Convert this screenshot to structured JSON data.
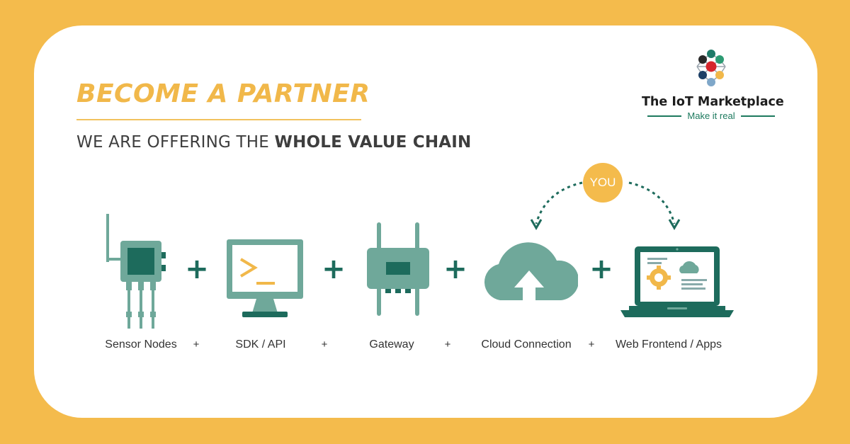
{
  "headline": "BECOME A PARTNER",
  "subheadline": {
    "prefix": "WE ARE OFFERING THE ",
    "emphasis": "WHOLE VALUE CHAIN"
  },
  "logo": {
    "name": "The IoT Marketplace",
    "tagline": "Make it real",
    "icon": "hexagon-network-logo-icon"
  },
  "you_badge": "YOU",
  "stages": [
    {
      "label": "Sensor Nodes",
      "icon": "sensor-node-icon"
    },
    {
      "label": "SDK / API",
      "icon": "terminal-monitor-icon"
    },
    {
      "label": "Gateway",
      "icon": "gateway-router-icon"
    },
    {
      "label": "Cloud Connection",
      "icon": "cloud-upload-icon"
    },
    {
      "label": "Web Frontend / Apps",
      "icon": "laptop-dashboard-icon"
    }
  ],
  "plus_sign": "+",
  "colors": {
    "background": "#F4BB4C",
    "accent_yellow": "#F1B84A",
    "icon_teal": "#6FA89A",
    "icon_dark_teal": "#1d6b5c"
  }
}
